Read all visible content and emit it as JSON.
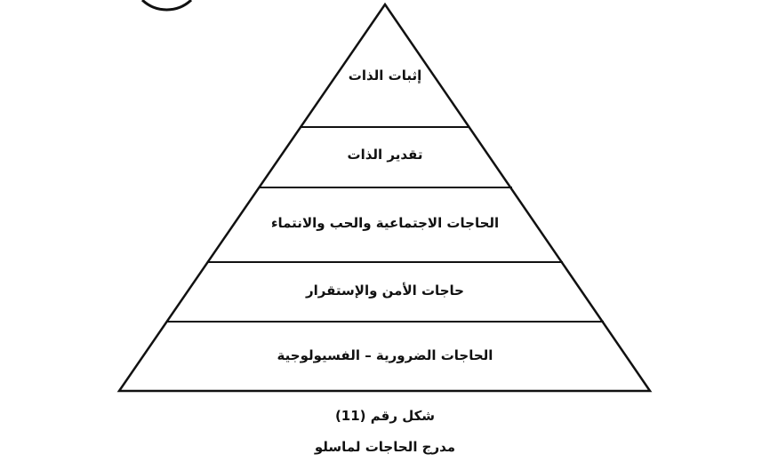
{
  "diagram": {
    "levels": [
      {
        "label": "إثبات الذات"
      },
      {
        "label": "تقدير الذات"
      },
      {
        "label": "الحاجات الاجتماعية والحب والانتماء"
      },
      {
        "label": "حاجات الأمن والإستقرار"
      },
      {
        "label": "الحاجات الضرورية – الفسيولوجية"
      }
    ],
    "line_color": "#111111"
  },
  "caption": {
    "figure_number": "شكل رقم (11)",
    "title": "مدرج الحاجات لماسلو"
  }
}
